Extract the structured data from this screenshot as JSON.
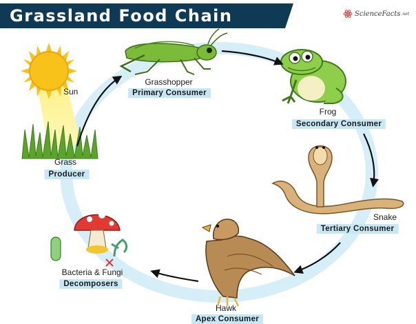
{
  "header": {
    "title": "Grassland Food Chain",
    "brand": "ScienceFacts",
    "brand_suffix": ".net"
  },
  "nodes": {
    "sun": {
      "name": "Sun"
    },
    "grass": {
      "name": "Grass",
      "role": "Producer"
    },
    "grasshopper": {
      "name": "Grasshopper",
      "role": "Primary Consumer"
    },
    "frog": {
      "name": "Frog",
      "role": "Secondary Consumer"
    },
    "snake": {
      "name": "Snake",
      "role": "Tertiary Consumer"
    },
    "hawk": {
      "name": "Hawk",
      "role": "Apex Consumer"
    },
    "decomposers": {
      "name": "Bacteria & Fungi",
      "role": "Decomposers"
    }
  },
  "colors": {
    "title_banner": "#0f3a55",
    "label_background": "#c6e7f3",
    "cycle_ring": "#d6eef8",
    "sun": "#f9c21b",
    "grass": "#5aa42a",
    "grasshopper": "#7cbb3a",
    "frog": "#8fce4a",
    "snake": "#d8b27a",
    "hawk": "#b88a54",
    "mushroom_cap": "#e03a32"
  }
}
